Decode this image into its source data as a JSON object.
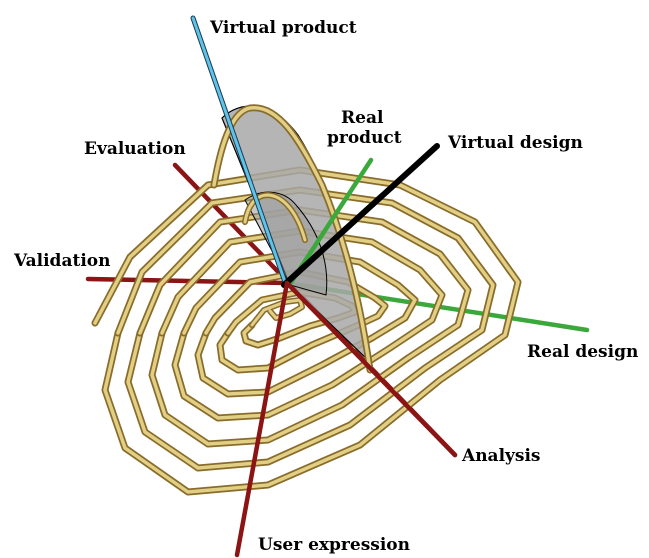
{
  "labels": {
    "virtual_product": "Virtual product",
    "real_product_line1": "Real",
    "real_product_line2": "product",
    "virtual_design": "Virtual design",
    "evaluation": "Evaluation",
    "validation": "Validation",
    "real_design": "Real design",
    "analysis": "Analysis",
    "user_expression": "User expression"
  },
  "colors": {
    "spiral_outer": "#8a6c2a",
    "spiral_inner": "#e2cf86",
    "axis_red": "#8b1414",
    "axis_cyan": "#5fc3e6",
    "axis_green": "#3aa83a",
    "axis_black": "#000000",
    "surface": "#a8a8a8"
  }
}
